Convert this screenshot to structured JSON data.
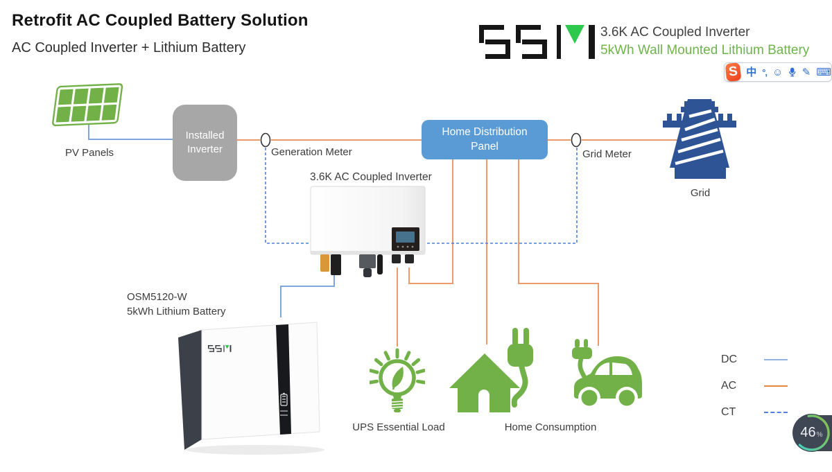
{
  "header": {
    "title": "Retrofit AC Coupled Battery Solution",
    "subtitle": "AC Coupled Inverter + Lithium Battery",
    "brand": "OSM",
    "product_line1": "3.6K AC Coupled Inverter",
    "product_line2": "5kWh Wall Mounted Lithium Battery"
  },
  "ime_toolbar": {
    "logo_letter": "S",
    "mode": "中",
    "punct": "°,",
    "emoji": "☺",
    "pencil": "✎",
    "keyboard": "⌨"
  },
  "diagram": {
    "pv_label": "PV Panels",
    "installed_inverter_line1": "Installed",
    "installed_inverter_line2": "Inverter",
    "generation_meter_label": "Generation Meter",
    "hdp_line1": "Home Distribution",
    "hdp_line2": "Panel",
    "grid_meter_label": "Grid Meter",
    "grid_label": "Grid",
    "coupled_inverter_caption": "3.6K AC Coupled Inverter",
    "battery_caption_line1": "OSM5120-W",
    "battery_caption_line2": "5kWh Lithium Battery",
    "ups_label": "UPS Essential Load",
    "home_label": "Home Consumption"
  },
  "legend": {
    "items": [
      {
        "label": "DC",
        "style": "solid",
        "color": "#92b3e2"
      },
      {
        "label": "AC",
        "style": "solid",
        "color": "#e8863d"
      },
      {
        "label": "CT",
        "style": "dashed",
        "color": "#4d7ee0"
      }
    ]
  },
  "zoom_badge": {
    "value": "46",
    "unit": "%"
  },
  "colors": {
    "green": "#72b147",
    "hdp_blue": "#5b9bd5",
    "inverter_gray": "#a7a7a7",
    "grid_blue": "#2e5496",
    "ac": "#eb9a6a",
    "dc": "#7fa6dc",
    "ct": "#4d7ee0",
    "brand_green": "#2cc94d",
    "sogou_orange": "#ef4a22",
    "ime_blue": "#2f6fd2",
    "badge_bg": "#3e4753",
    "badge_arc_start": "#3fd0c9",
    "badge_arc_end": "#7fc25b"
  }
}
